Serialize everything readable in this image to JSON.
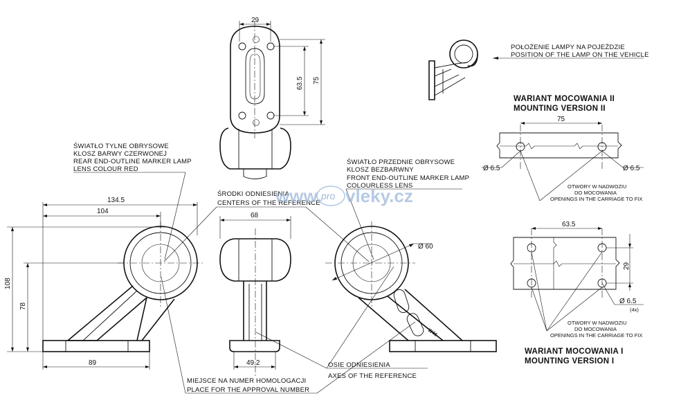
{
  "watermark": {
    "prefix": "www.",
    "pro": "pro",
    "suffix": "vleky.cz"
  },
  "dimensions": {
    "top_width": "29",
    "top_spacing": "63.5",
    "top_height": "75",
    "total_width": "134.5",
    "inner_width": "104",
    "total_height": "108",
    "center_height": "78",
    "base_length": "89",
    "front_width": "68",
    "front_base": "49.2",
    "lens_diameter": "Ø 60",
    "v2_spacing": "75",
    "v2_hole_left": "Ø 6.5",
    "v2_hole_right": "Ø 6.5",
    "v1_spacing_h": "63.5",
    "v1_spacing_v": "29",
    "v1_hole": "Ø 6.5",
    "v1_hole_count": "(4x)"
  },
  "labels": {
    "rear_pl_1": "ŚWIATŁO TYLNE OBRYSOWE",
    "rear_pl_2": "KLOSZ BARWY CZERWONEJ",
    "rear_en_1": "REAR END-OUTLINE MARKER LAMP",
    "rear_en_2": "LENS COLOUR RED",
    "centers_pl": "ŚRODKI ODNIESIENIA",
    "centers_en": "CENTERS OF THE REFERENCE",
    "front_pl_1": "ŚWIATŁO PRZEDNIE OBRYSOWE",
    "front_pl_2": "KLOSZ BEZBARWNY",
    "front_en_1": "FRONT END-OUTLINE MARKER LAMP",
    "front_en_2": "COLOURLESS LENS",
    "axes_pl": "OSIE ODNIESIENIA",
    "axes_en": "AXES OF THE REFERENCE",
    "approval_pl": "MIEJSCE NA NUMER HOMOLOGACJI",
    "approval_en": "PLACE FOR THE APPROVAL NUMBER",
    "position_pl": "POŁOŻENIE LAMPY NA POJEŹDZIE",
    "position_en": "POSITION OF THE LAMP ON THE VEHICLE",
    "v2_pl": "WARIANT MOCOWANIA II",
    "v2_en": "MOUNTING VERSION II",
    "v2_open_pl_1": "OTWORY W NADWOZIU",
    "v2_open_pl_2": "DO MOCOWANIA",
    "v2_open_en": "OPENINGS IN THE CARRIAGE TO FIX",
    "v1_open_pl_1": "OTWORY W NADWOZIU",
    "v1_open_pl_2": "DO MOCOWANIA",
    "v1_open_en": "OPENINGS IN THE CARRIAGE TO FIX",
    "v1_pl": "WARIANT MOCOWANIA I",
    "v1_en": "MOUNTING VERSION I",
    "stamp": "W46"
  }
}
